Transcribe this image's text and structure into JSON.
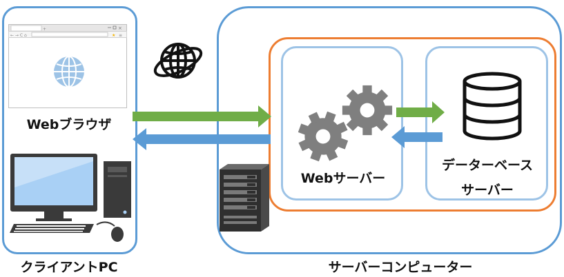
{
  "client": {
    "browser_label": "Webブラウザ",
    "caption": "クライアントPC"
  },
  "server": {
    "caption": "サーバーコンピューター",
    "web_server_label": "Webサーバー",
    "db_server_label_line1": "データーベース",
    "db_server_label_line2": "サーバー"
  },
  "colors": {
    "frame_blue": "#5b9bd5",
    "server_orange": "#ed7d31",
    "inner_box": "#9dc3e6",
    "arrow_green": "#70ad47",
    "arrow_blue": "#5b9bd5",
    "gear_gray": "#7f7f7f"
  },
  "icons": [
    "browser-window-icon",
    "globe-icon",
    "internet-globe-icon",
    "desktop-pc-icon",
    "server-rack-icon",
    "gears-icon",
    "database-icon"
  ]
}
